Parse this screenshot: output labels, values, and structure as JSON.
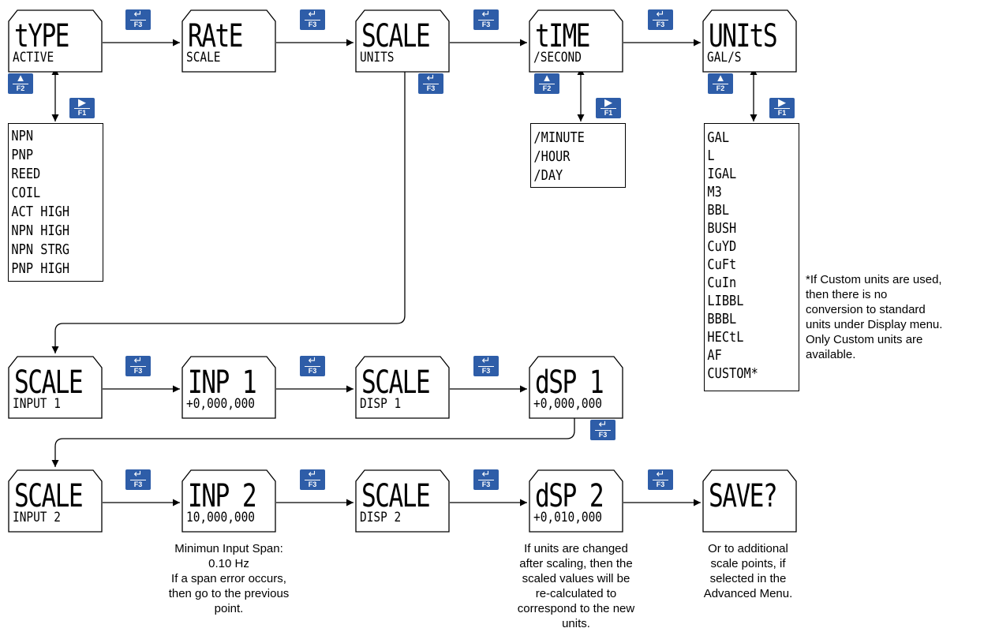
{
  "displays": {
    "type": {
      "line1": "tYPE",
      "line2": "ACTIVE"
    },
    "rate": {
      "line1": "RAtE",
      "line2": "SCALE"
    },
    "scale_units": {
      "line1": "SCALE",
      "line2": "UNITS"
    },
    "time": {
      "line1": "tIME",
      "line2": "/SECOND"
    },
    "units": {
      "line1": "UNItS",
      "line2": "GAL/S"
    },
    "scale_input1": {
      "line1": "SCALE",
      "line2": "INPUT 1"
    },
    "inp1": {
      "line1": "INP 1",
      "line2": "+0,000,000"
    },
    "scale_disp1": {
      "line1": "SCALE",
      "line2": "DISP 1"
    },
    "dsp1": {
      "line1": "dSP 1",
      "line2": "+0,000,000"
    },
    "scale_input2": {
      "line1": "SCALE",
      "line2": "INPUT 2"
    },
    "inp2": {
      "line1": "INP 2",
      "line2": "10,000,000"
    },
    "scale_disp2": {
      "line1": "SCALE",
      "line2": "DISP 2"
    },
    "dsp2": {
      "line1": "dSP 2",
      "line2": "+0,010,000"
    },
    "save": {
      "line1": "SAVE?",
      "line2": ""
    }
  },
  "buttons": {
    "f1": {
      "glyph": "▶",
      "label": "F1"
    },
    "f2": {
      "glyph": "▲",
      "label": "F2"
    },
    "f3": {
      "glyph": "↵",
      "label": "F3"
    }
  },
  "lists": {
    "input_types": [
      "NPN",
      "PNP",
      "REED",
      "COIL",
      "ACT HIGH",
      "NPN HIGH",
      "NPN STRG",
      "PNP HIGH"
    ],
    "time_units": [
      "/MINUTE",
      "/HOUR",
      "/DAY"
    ],
    "rate_units": [
      "GAL",
      "L",
      "IGAL",
      "M3",
      "BBL",
      "BUSH",
      "CuYD",
      "CuFt",
      "CuIn",
      "LIBBL",
      "BBBL",
      "HECtL",
      "AF",
      "CUSTOM*"
    ]
  },
  "notes": {
    "custom": [
      "*If Custom units are used,",
      "then there is no",
      "conversion to standard",
      "units under Display menu.",
      "Only Custom units are",
      "available."
    ],
    "span": [
      "Minimun Input Span:",
      "0.10 Hz",
      "If a span error occurs,",
      "then go to the previous",
      "point."
    ],
    "units_changed": [
      "If units are changed",
      "after scaling, then the",
      "scaled values will be",
      "re-calculated to",
      "correspond to the new",
      "units."
    ],
    "additional": [
      "Or to additional",
      "scale points, if",
      "selected in the",
      "Advanced Menu."
    ]
  }
}
